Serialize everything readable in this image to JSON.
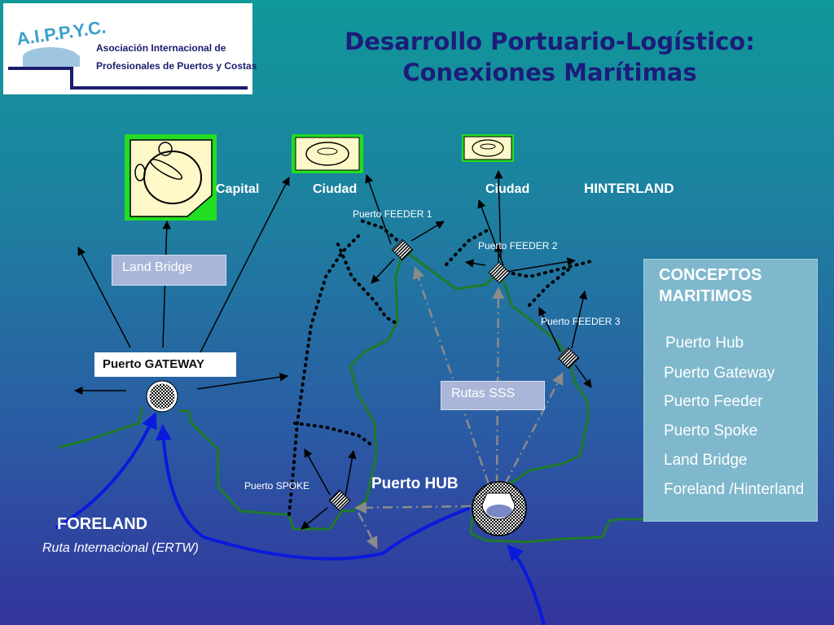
{
  "logo": {
    "letters": "A.I.P.P.Y.C.",
    "line1": "Asociación Internacional de",
    "line2": "Profesionales de Puertos y Costas"
  },
  "title": {
    "line1": "Desarrollo Portuario-Logístico:",
    "line2": "Conexiones Marítimas"
  },
  "labels": {
    "capital": "Capital",
    "ciudad1": "Ciudad",
    "ciudad2": "Ciudad",
    "hinterland": "HINTERLAND",
    "feeder1": "Puerto FEEDER  1",
    "feeder2": "Puerto FEEDER 2",
    "feeder3": "Puerto FEEDER 3",
    "spoke": "Puerto SPOKE",
    "hub": "Puerto HUB",
    "foreland": "FORELAND",
    "ruta": "Ruta Internacional  (ERTW)"
  },
  "boxes": {
    "land_bridge": "Land Bridge",
    "gateway": "Puerto GATEWAY",
    "rutas": "Rutas SSS"
  },
  "conceptos": {
    "heading_line1": "CONCEPTOS",
    "heading_line2": "MARITIMOS",
    "items": [
      "Puerto Hub",
      "Puerto Gateway",
      "Puerto Feeder",
      "Puerto Spoke",
      "Land Bridge",
      "Foreland /Hinterland"
    ]
  },
  "colors": {
    "coast": "#1f7a2a",
    "route": "#0a1adc",
    "sss_route": "#8a8a8a",
    "title": "#1c1c7a"
  }
}
